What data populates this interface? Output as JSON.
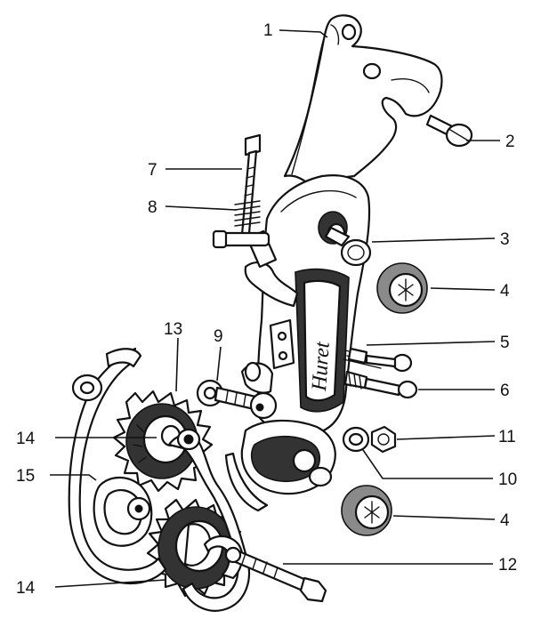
{
  "colors": {
    "ink": "#111111",
    "paper": "#ffffff",
    "shade": "#8a8a8a"
  },
  "callouts": [
    {
      "id": "c1",
      "text": "1"
    },
    {
      "id": "c2",
      "text": "2"
    },
    {
      "id": "c3",
      "text": "3"
    },
    {
      "id": "c4a",
      "text": "4"
    },
    {
      "id": "c5",
      "text": "5"
    },
    {
      "id": "c6",
      "text": "6"
    },
    {
      "id": "c7",
      "text": "7"
    },
    {
      "id": "c8",
      "text": "8"
    },
    {
      "id": "c9",
      "text": "9"
    },
    {
      "id": "c10",
      "text": "10"
    },
    {
      "id": "c11",
      "text": "11"
    },
    {
      "id": "c12",
      "text": "12"
    },
    {
      "id": "c13",
      "text": "13"
    },
    {
      "id": "c4b",
      "text": "4"
    },
    {
      "id": "c14a",
      "text": "14"
    },
    {
      "id": "c14b",
      "text": "14"
    },
    {
      "id": "c15",
      "text": "15"
    }
  ],
  "body_logo_text": "Huret"
}
